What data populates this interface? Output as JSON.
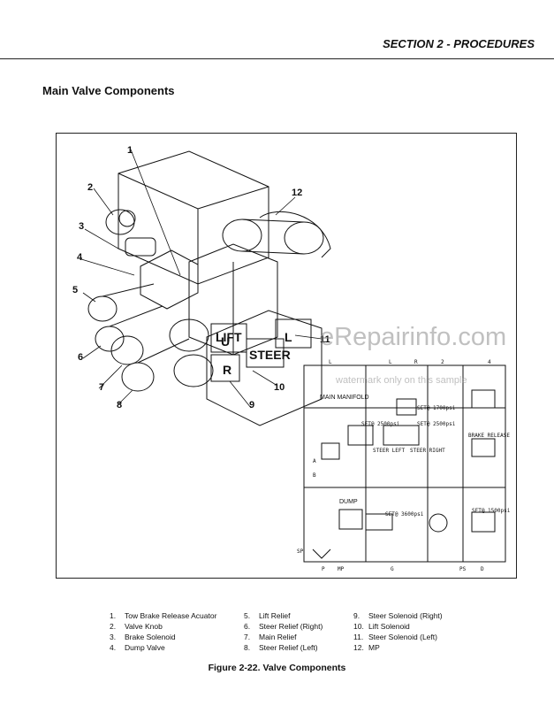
{
  "header": {
    "section": "SECTION 2 - PROCEDURES",
    "title": "Main Valve Components"
  },
  "watermark": {
    "site": "eRepairinfo.com",
    "note": "watermark only on this sample"
  },
  "figure": {
    "callouts": [
      "1",
      "2",
      "3",
      "4",
      "5",
      "6",
      "7",
      "8",
      "9",
      "10",
      "11",
      "12"
    ],
    "valve_labels": {
      "lift": "LIFT",
      "steer": "STEER",
      "u": "U",
      "r": "R",
      "l": "L"
    },
    "schematic": {
      "main_manifold": "MAIN MANIFOLD",
      "dump": "DUMP",
      "steer_left": "STEER LEFT",
      "steer_right": "STEER RIGHT",
      "brake_release": "BRAKE RELEASE",
      "set_1700": "SET@ 1700psi",
      "set_2500a": "SET@ 2500psi",
      "set_2500b": "SET@ 2500psi",
      "set_3600": "SET@ 3600psi",
      "set_1500": "SET@ 1500psi",
      "ports": [
        "L",
        "L",
        "R",
        "2",
        "4",
        "SP",
        "P",
        "MP",
        "G",
        "PS",
        "D",
        "A",
        "B"
      ]
    }
  },
  "legend": [
    {
      "num": "1.",
      "text": "Tow Brake Release Acuator"
    },
    {
      "num": "2.",
      "text": "Valve Knob"
    },
    {
      "num": "3.",
      "text": "Brake Solenoid"
    },
    {
      "num": "4.",
      "text": "Dump Valve"
    },
    {
      "num": "5.",
      "text": "Lift Relief"
    },
    {
      "num": "6.",
      "text": "Steer Relief (Right)"
    },
    {
      "num": "7.",
      "text": "Main Relief"
    },
    {
      "num": "8.",
      "text": "Steer Relief (Left)"
    },
    {
      "num": "9.",
      "text": "Steer Solenoid (Right)"
    },
    {
      "num": "10.",
      "text": "Lift Solenoid"
    },
    {
      "num": "11.",
      "text": "Steer Solenoid (Left)"
    },
    {
      "num": "12.",
      "text": "MP"
    }
  ],
  "caption": "Figure 2-22. Valve Components"
}
